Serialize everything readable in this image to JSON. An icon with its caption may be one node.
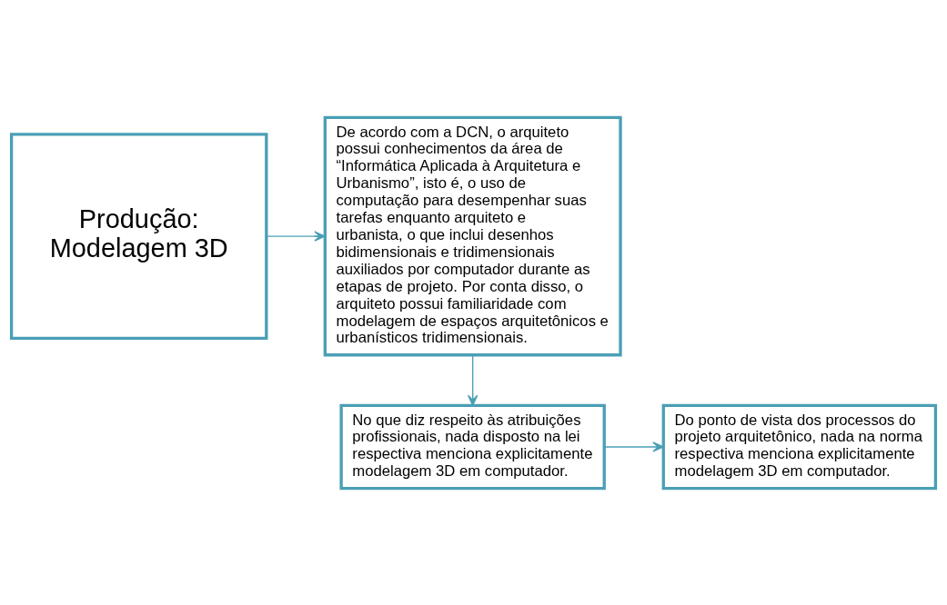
{
  "diagram": {
    "nodes": [
      {
        "text": [
          "Produção: Modelagem 3D"
        ]
      },
      {
        "text": [
          "De acordo com a DCN, o arquiteto possui conhecimentos da área de “Informática Aplicada à Arquitetura e Urbanismo”, isto é, o uso de computação para desempenhar suas tarefas enquanto arquiteto e urbanista, o que inclui desenhos bidimensionais e tridimensionais auxiliados por computador durante as etapas de projeto. Por conta disso, o arquiteto possui familiaridade com modelagem de espaços arquitetônicos e urbanísticos tridimensionais."
        ]
      },
      {
        "text": [
          "No que diz respeito às atribuições profissionais, nada disposto na lei respectiva menciona explicitamente modelagem 3D em computador."
        ]
      },
      {
        "text": [
          "Do ponto de vista dos processos do projeto arquitetônico, nada na norma respectiva menciona explicitamente modelagem 3D em computador."
        ]
      }
    ],
    "edges": [
      {
        "from": 0,
        "to": 1,
        "arrow": "to"
      },
      {
        "from": 1,
        "to": 2,
        "arrow": "to"
      },
      {
        "from": 2,
        "to": 3,
        "arrow": "to"
      }
    ]
  }
}
